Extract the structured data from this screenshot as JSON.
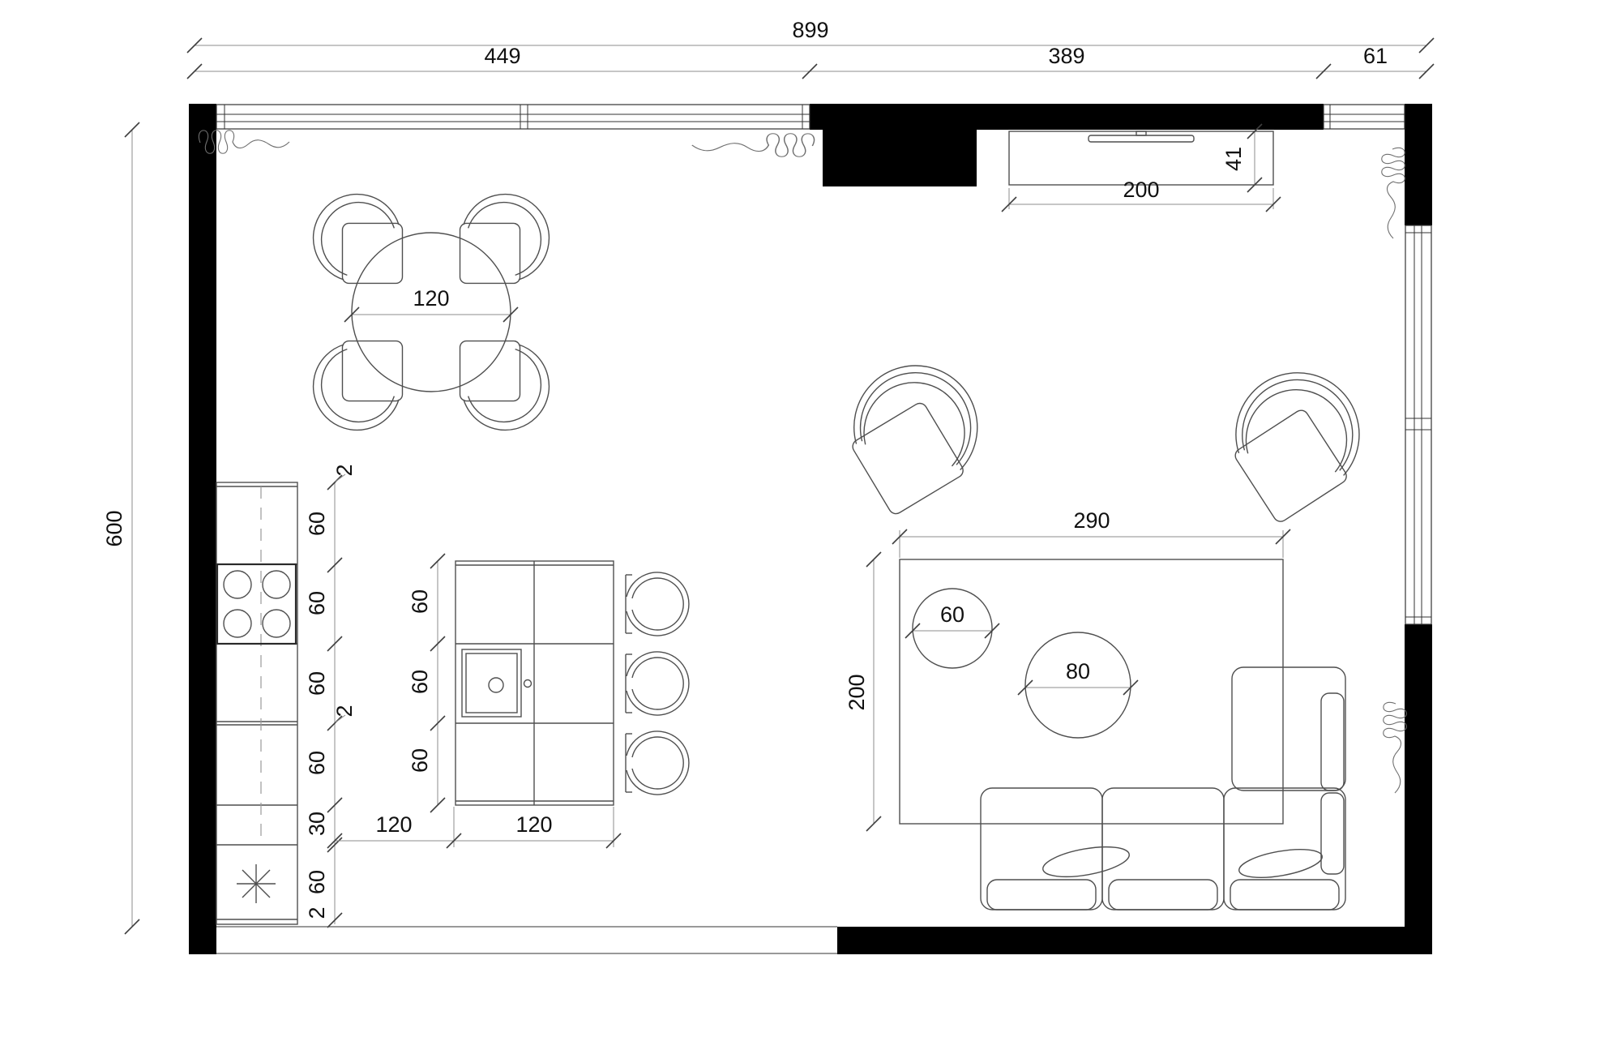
{
  "meta": {
    "drawing": "open-plan kitchen living room floor plan",
    "wall_fill_color": "#000000",
    "line_color": "#4f4f4f",
    "dim_line_color": "#8c8c8c",
    "text_color": "#111111"
  },
  "dims": {
    "overall_width": "899",
    "window_left": "449",
    "wall_mid": "389",
    "window_right": "61",
    "overall_height": "600",
    "table_diameter": "120",
    "tv_unit_width": "200",
    "tv_unit_depth": "41",
    "rug_width": "290",
    "rug_depth": "200",
    "side_table": "60",
    "coffee_table": "80",
    "aisle_width": "120",
    "island_width": "120",
    "kitchen_chain": [
      "2",
      "60",
      "60",
      "60",
      "2",
      "60",
      "30",
      "60",
      "2"
    ],
    "island_chain": [
      "60",
      "60",
      "60"
    ]
  }
}
